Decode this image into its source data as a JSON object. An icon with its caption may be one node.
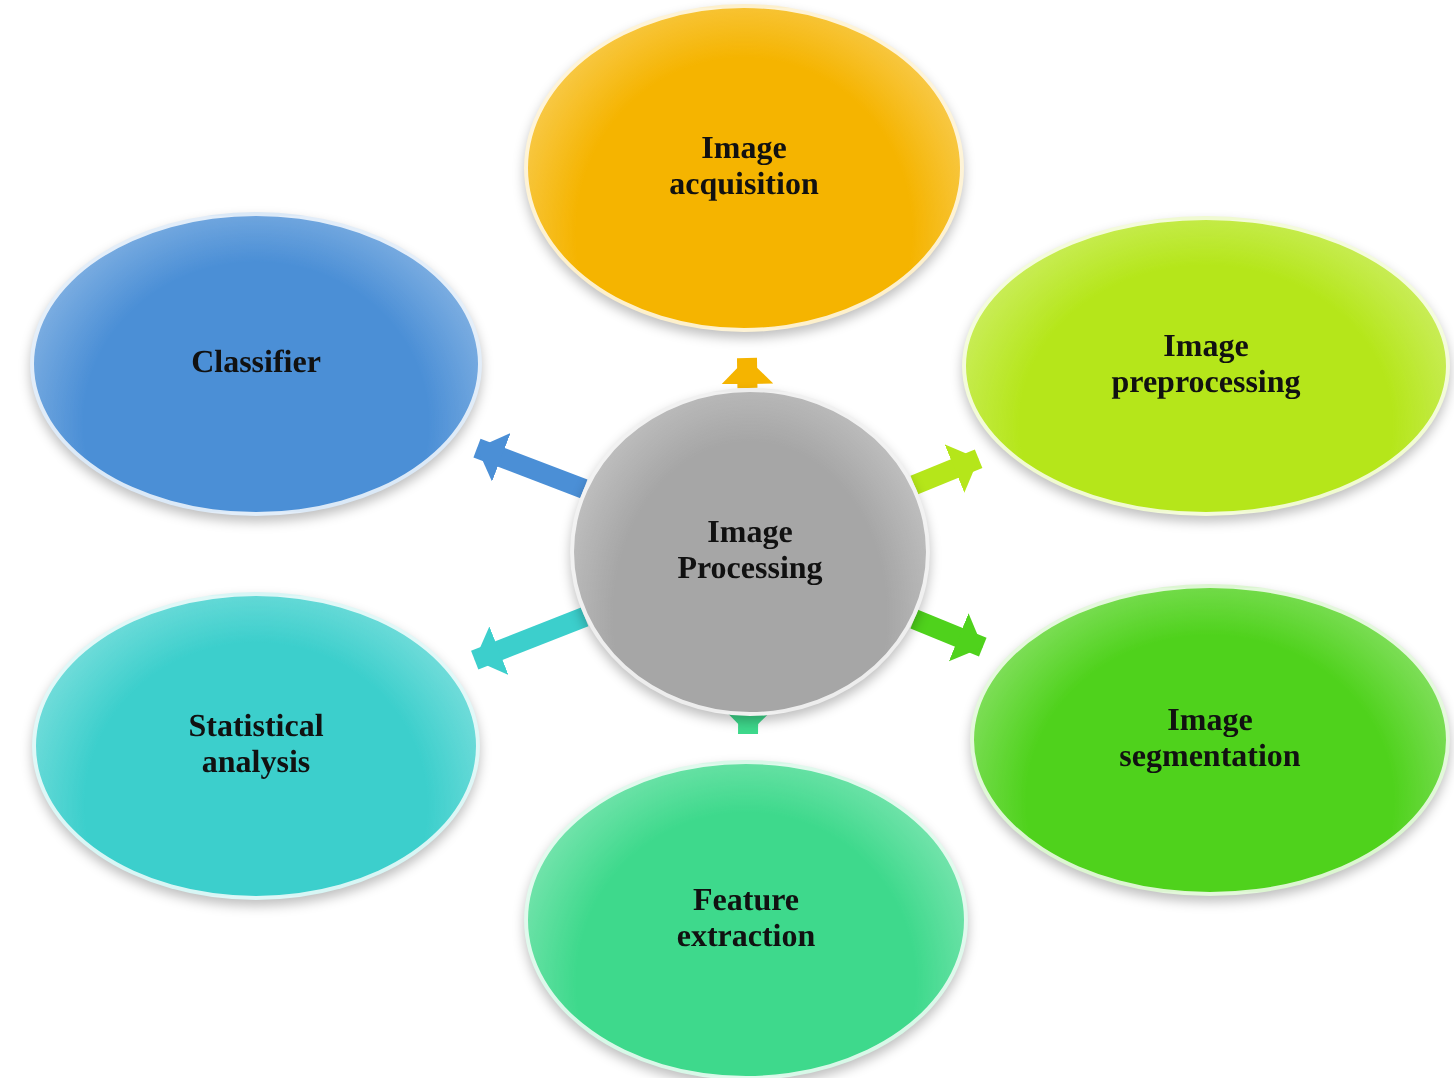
{
  "diagram": {
    "nodes": [
      {
        "text": [
          "Image Processing"
        ]
      },
      {
        "text": [
          "Image acquisition"
        ]
      },
      {
        "text": [
          "Image preprocessing"
        ]
      },
      {
        "text": [
          "Image segmentation"
        ]
      },
      {
        "text": [
          "Feature extraction"
        ]
      },
      {
        "text": [
          "Statistical analysis"
        ]
      },
      {
        "text": [
          "Classifier"
        ]
      }
    ],
    "edges": [
      {
        "from": 0,
        "to": 1,
        "arrow": "to",
        "color": "#f5b400"
      },
      {
        "from": 0,
        "to": 2,
        "arrow": "to",
        "color": "#b5e61a"
      },
      {
        "from": 0,
        "to": 3,
        "arrow": "to",
        "color": "#4fd21c"
      },
      {
        "from": 0,
        "to": 4,
        "arrow": "to",
        "color": "#3ed98c"
      },
      {
        "from": 0,
        "to": 5,
        "arrow": "to",
        "color": "#3ccfcc"
      },
      {
        "from": 0,
        "to": 6,
        "arrow": "to",
        "color": "#4b8fd6"
      }
    ]
  }
}
